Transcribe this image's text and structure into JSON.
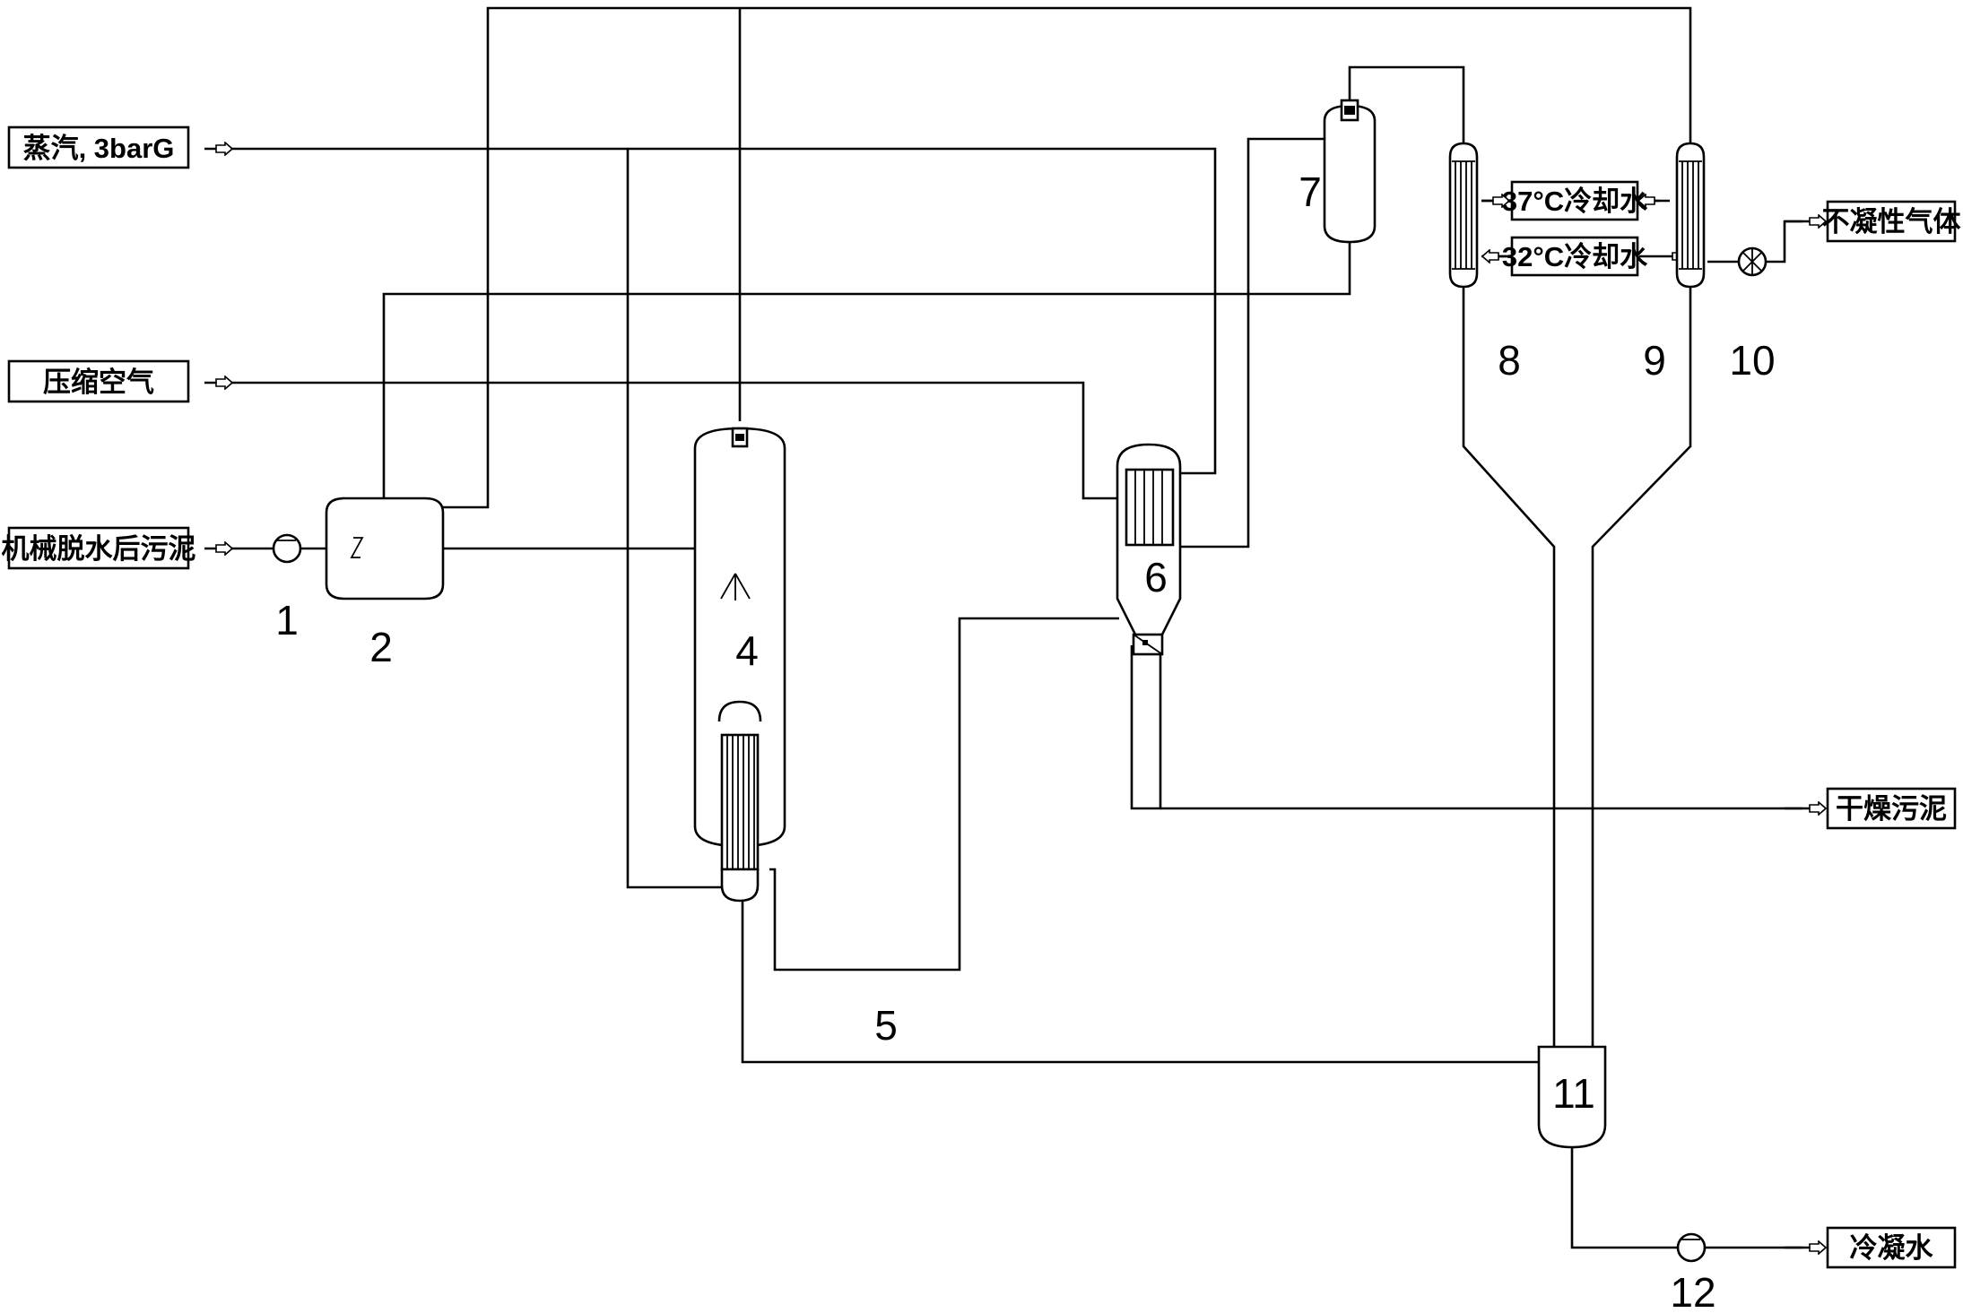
{
  "streams": {
    "steam": "蒸汽, 3barG",
    "compressed_air": "压缩空气",
    "sludge_feed": "机械脱水后污泥",
    "cooling_water_37": "37°C冷却水",
    "cooling_water_32": "32°C冷却水",
    "noncondensable_gas": "不凝性气体",
    "dried_sludge": "干燥污泥",
    "condensate": "冷凝水"
  },
  "equipment": {
    "n1": "1",
    "n2": "2",
    "n4": "4",
    "n5": "5",
    "n6": "6",
    "n7": "7",
    "n8": "8",
    "n9": "9",
    "n10": "10",
    "n11": "11",
    "n12": "12"
  }
}
